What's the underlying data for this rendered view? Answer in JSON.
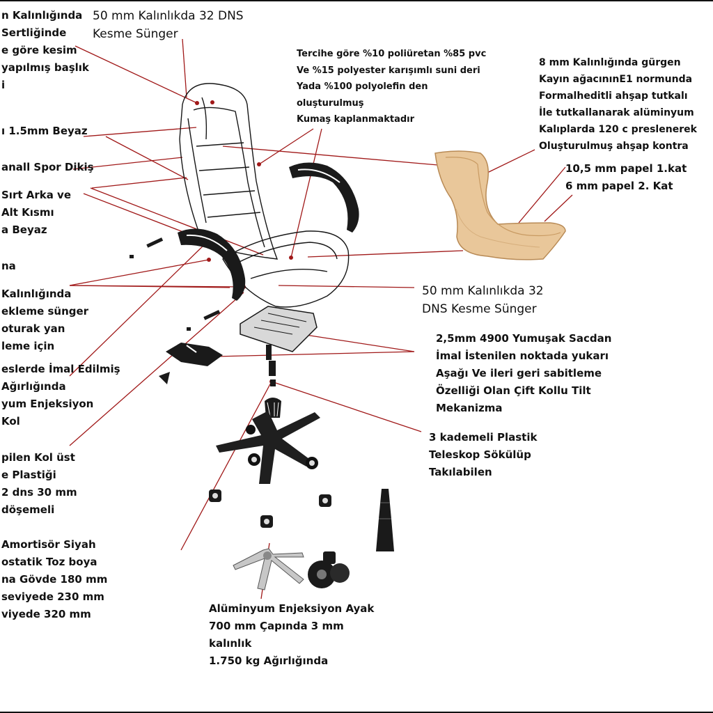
{
  "colors": {
    "leader": "#a01818",
    "part": "#161616",
    "wood": "#e9c79a",
    "wood_edge": "#b88a55"
  },
  "labels": {
    "headrest": [
      "n Kalınlığında",
      "Sertliğinde",
      "e göre kesim",
      "yapılmış başlık",
      "i"
    ],
    "top_foam": [
      "50 mm Kalınlıkda 32 DNS",
      "Kesme Sünger"
    ],
    "upholstery": [
      "Tercihe göre %10 poliüretan %85 pvc",
      "Ve %15 polyester karışımlı suni deri",
      "Yada %100 polyolefin den",
      "oluşturulmuş",
      "Kumaş kaplanmaktadır"
    ],
    "plywood": [
      "8 mm Kalınlığında gürgen",
      "Kayın ağacınınE1 normunda",
      "Formalheditli ahşap tutkalı",
      "İle tutkallanarak alüminyum",
      "Kalıplarda 120 c preslenerek",
      "Oluşturulmuş ahşap kontra"
    ],
    "papel": [
      "10,5 mm papel 1.kat",
      "6 mm papel 2. Kat"
    ],
    "piping": [
      "ı 1.5mm Beyaz"
    ],
    "stitch": [
      "anall Spor Dikiş"
    ],
    "back_part": [
      "Sırt Arka ve",
      "Alt Kısmı",
      "a Beyaz"
    ],
    "misc_a": [
      "na"
    ],
    "side_foam": [
      "Kalınlığında",
      "ekleme sünger",
      "oturak yan",
      "leme için"
    ],
    "seat_foam": [
      "50 mm Kalınlıkda 32",
      "DNS Kesme Sünger"
    ],
    "tilt": [
      "2,5mm 4900 Yumuşak Sacdan",
      "İmal İstenilen noktada yukarı",
      "Aşağı Ve ileri geri sabitleme",
      "Özelliği Olan Çift Kollu Tilt",
      "Mekanizma"
    ],
    "arm_injection": [
      "eslerde İmal Edilmiş",
      "Ağırlığında",
      "yum Enjeksiyon",
      "Kol"
    ],
    "telescope": [
      "3 kademeli Plastik",
      "Teleskop  Sökülüp",
      "Takılabilen"
    ],
    "arm_pad": [
      "pilen Kol üst",
      "e Plastiği",
      "2 dns 30 mm",
      "döşemeli"
    ],
    "gas_lift": [
      "Amortisör Siyah",
      "ostatik Toz boya",
      "na Gövde 180 mm",
      "seviyede  230 mm",
      "viyede    320 mm"
    ],
    "base": [
      "Alüminyum Enjeksiyon Ayak",
      "700 mm Çapında 3 mm",
      "kalınlık",
      "1.750 kg Ağırlığında"
    ]
  }
}
